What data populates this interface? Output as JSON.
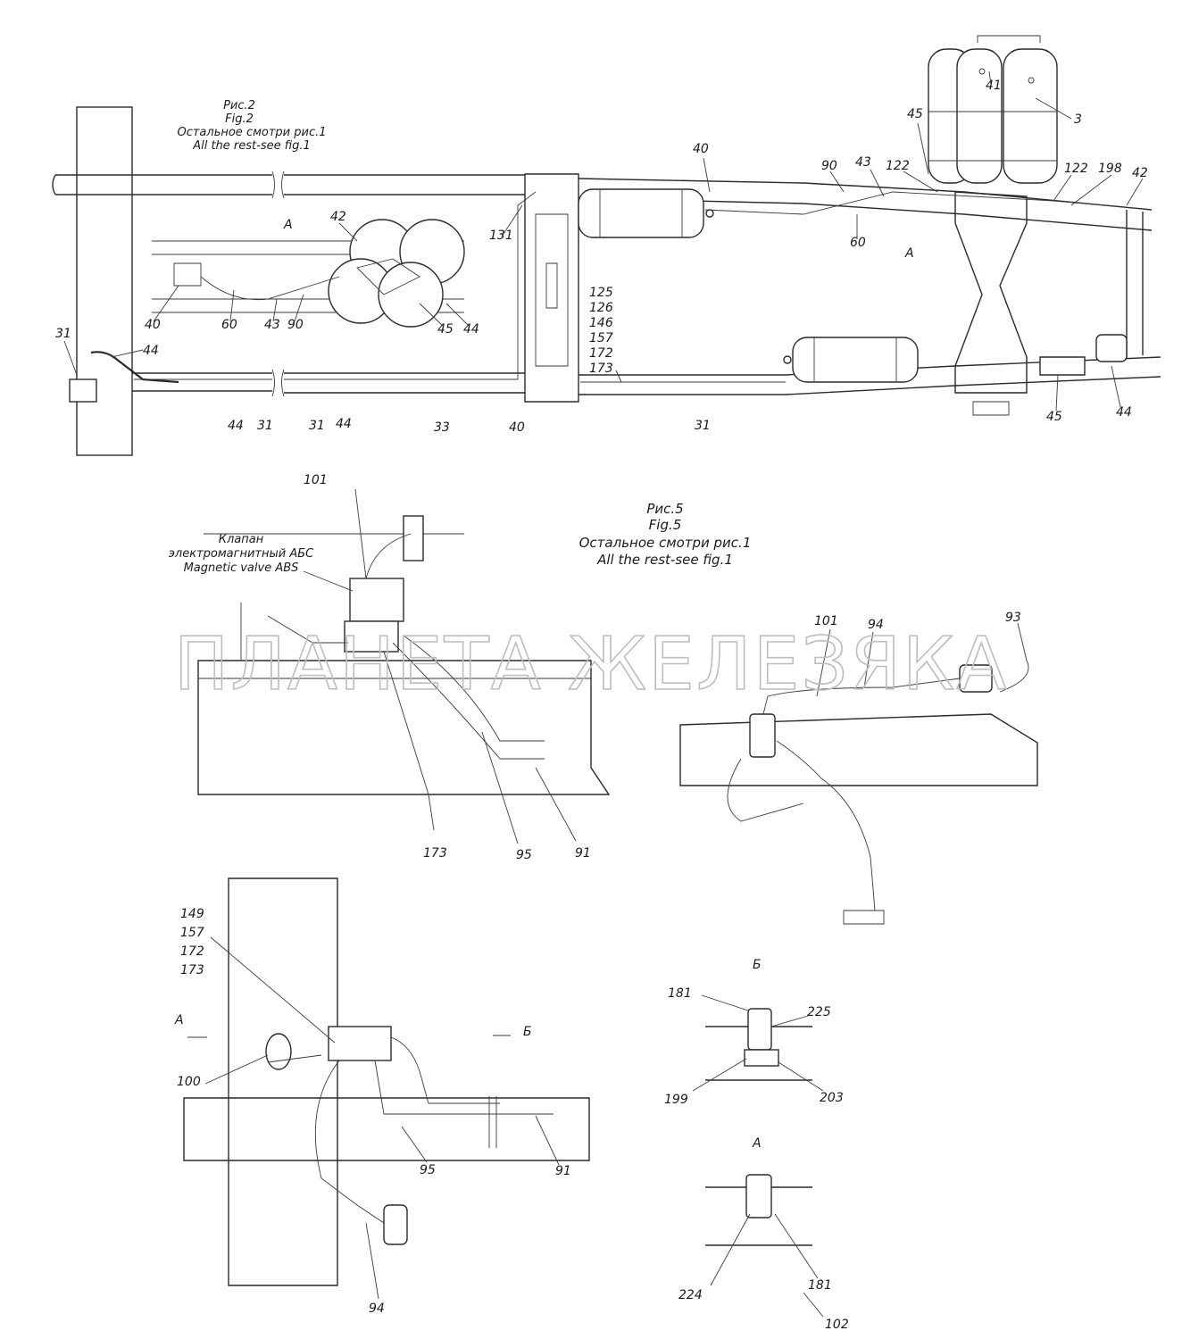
{
  "watermark": "ПЛАНЕТА ЖЕЛЕЗЯКА",
  "fig2": {
    "caption": [
      "Рис.2",
      "Fig.2",
      "Остальное смотри рис.1",
      "All the rest-see fig.1"
    ],
    "view_a_label": "А",
    "stack_labels": [
      "125",
      "126",
      "146",
      "157",
      "172",
      "173"
    ],
    "labels": {
      "l3": "3",
      "l41": "41",
      "l45a": "45",
      "l90a": "90",
      "l43a": "43",
      "l122a": "122",
      "l122b": "122",
      "l198": "198",
      "l42a": "42",
      "l40a": "40",
      "l131": "131",
      "l60a": "60",
      "l42b": "42",
      "l40b": "40",
      "l60b": "60",
      "l43b": "43",
      "l90b": "90",
      "l45b": "45",
      "l44a": "44",
      "l31a": "31",
      "l44b": "44",
      "l44c": "44",
      "l31b": "31",
      "l31c": "31",
      "l44d": "44",
      "l33": "33",
      "l40c": "40",
      "l31d": "31",
      "l45c": "45",
      "l44e": "44",
      "lA2": "А"
    }
  },
  "fig5": {
    "caption": [
      "Рис.5",
      "Fig.5",
      "Остальное смотри рис.1",
      "All the rest-see fig.1"
    ],
    "valve_label": [
      "Клапан",
      "электромагнитный АБС",
      "Magnetic valve ABS"
    ],
    "labels": {
      "l101a": "101",
      "l173": "173",
      "l95a": "95",
      "l91a": "91",
      "l101b": "101",
      "l94a": "94",
      "l93": "93"
    }
  },
  "fig_bottom": {
    "stack_labels": [
      "149",
      "157",
      "172",
      "173"
    ],
    "labels": {
      "lA": "А",
      "lB": "Б",
      "l100": "100",
      "l95": "95",
      "l91": "91",
      "l94": "94"
    }
  },
  "view_b": {
    "title": "Б",
    "labels": {
      "l181": "181",
      "l225": "225",
      "l199": "199",
      "l203": "203"
    }
  },
  "view_a": {
    "title": "А",
    "labels": {
      "l224": "224",
      "l181": "181",
      "l102": "102"
    }
  }
}
